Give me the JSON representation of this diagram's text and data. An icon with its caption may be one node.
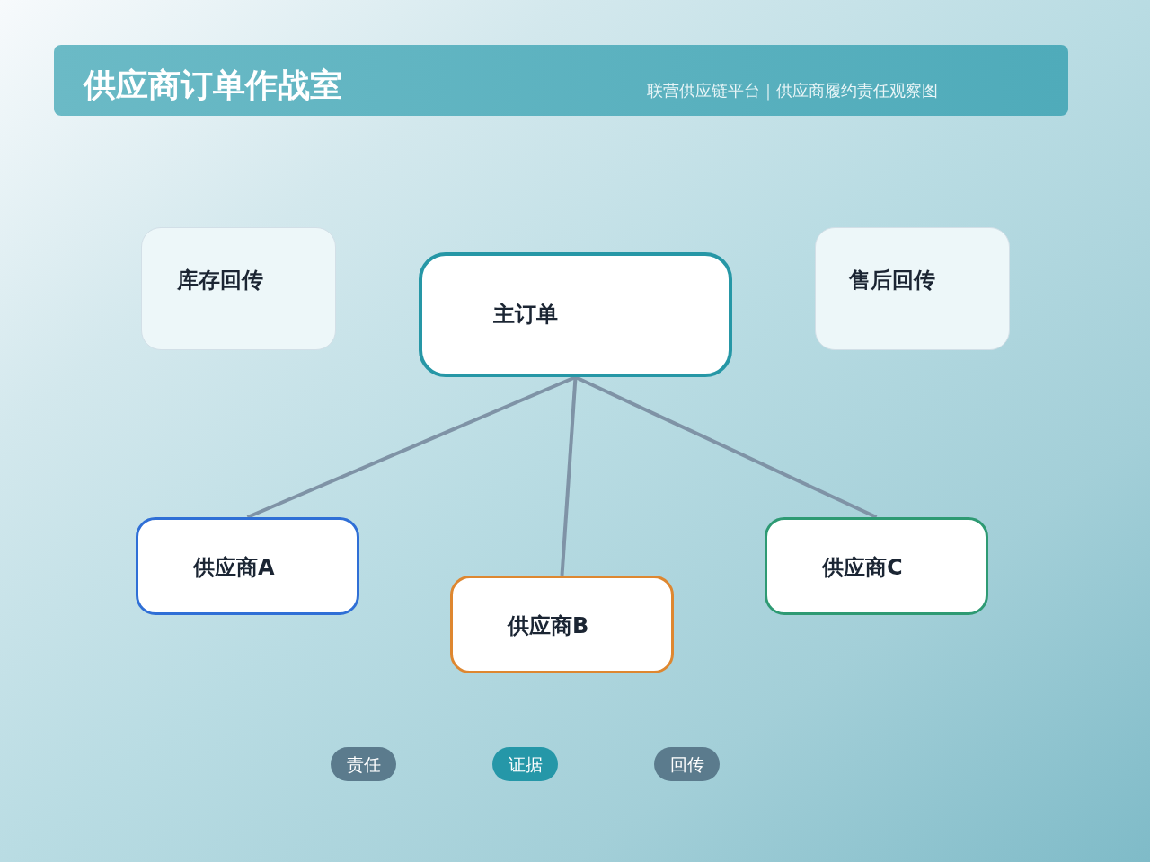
{
  "diagram": {
    "title": "供应商订单作战室",
    "nodes": [
      {
        "text": [
          "库存回传"
        ]
      },
      {
        "text": [
          "主订单"
        ]
      },
      {
        "text": [
          "售后回传"
        ]
      },
      {
        "text": [
          "供应商A"
        ]
      },
      {
        "text": [
          "供应商B"
        ]
      },
      {
        "text": [
          "供应商C"
        ]
      }
    ],
    "edges": [
      {
        "from": 1,
        "to": 3,
        "arrow": "none"
      },
      {
        "from": 1,
        "to": 4,
        "arrow": "none"
      },
      {
        "from": 1,
        "to": 5,
        "arrow": "none"
      }
    ],
    "labels": [
      "联营供应链平台｜供应商履约责任观察图",
      "责任",
      "证据",
      "回传"
    ]
  }
}
